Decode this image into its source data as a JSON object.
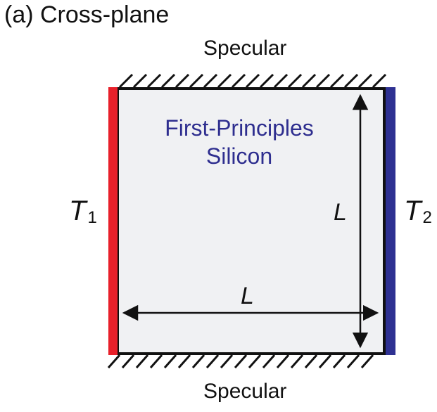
{
  "caption": "(a) Cross-plane",
  "boundaries": {
    "top": "Specular",
    "bottom": "Specular"
  },
  "material": {
    "line1": "First-Principles",
    "line2": "Silicon"
  },
  "temperatures": {
    "left": {
      "symbol": "T",
      "index": "1"
    },
    "right": {
      "symbol": "T",
      "index": "2"
    }
  },
  "dimensions": {
    "vertical": "L",
    "horizontal": "L"
  },
  "colors": {
    "hot_side": "#e8202a",
    "cold_side": "#2e3192",
    "domain_fill": "#f0f1f3",
    "material_text": "#2e2e8f"
  }
}
